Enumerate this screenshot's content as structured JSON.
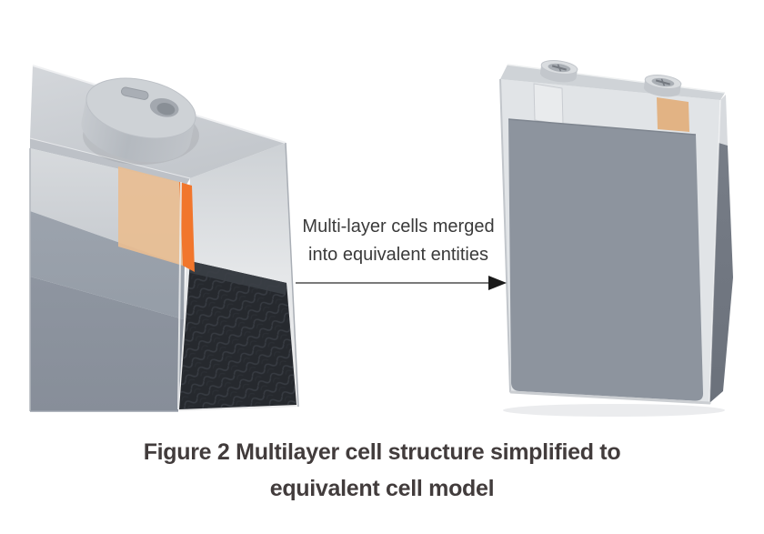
{
  "annotation": {
    "line1": "Multi-layer cells merged",
    "line2": "into equivalent entities"
  },
  "caption": {
    "line1": "Figure 2 Multilayer cell structure simplified to",
    "line2": "equivalent cell model"
  },
  "colors": {
    "tab_face_orange": "#e8bd92",
    "tab_edge_orange": "#f1762c",
    "tab_orange_right_cell": "#e2b384",
    "tab_white_right_cell": "#e9ebed",
    "stack_dark": "#26292e",
    "stack_top_bevel": "#3b3f46",
    "cell_block_gray": "#8d949e",
    "cell_block_side_gray": "#6f7580",
    "case_light_gray": "#cfd3d7",
    "arrow_head": "#1a1a1a",
    "arrow_line": "#7a7a7a",
    "annotation_text": "#3a3a3a",
    "caption_text": "#423c3c"
  }
}
